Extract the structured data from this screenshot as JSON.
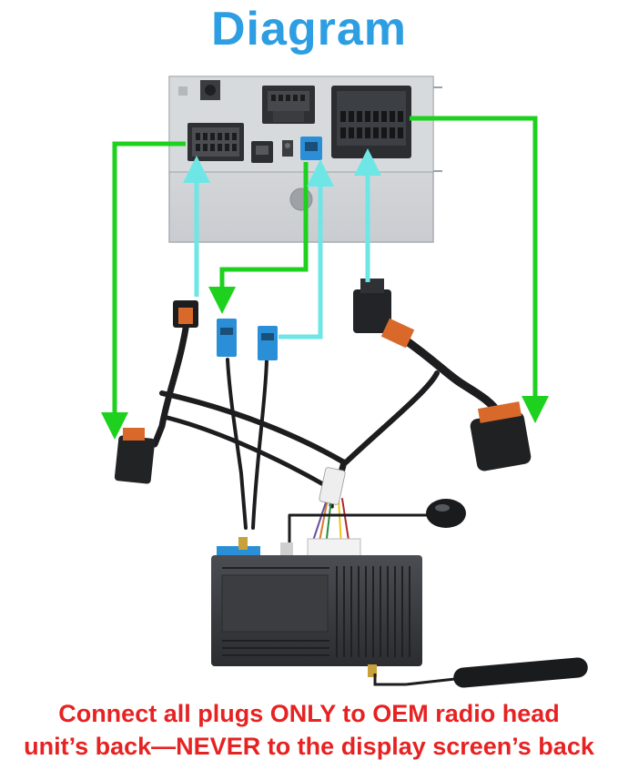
{
  "title": "Diagram",
  "warning": {
    "line1": "Connect all plugs ONLY to OEM radio head",
    "line2": "unit’s back—NEVER to the display screen’s back"
  },
  "colors": {
    "title": "#2e9ee3",
    "warning": "#e62222",
    "arrow_green": "#1ed11e",
    "arrow_cyan": "#6ee6e6",
    "connector_blue": "#2a8fd6"
  },
  "components": [
    "radio-head-unit",
    "wiring-harness",
    "interface-module",
    "microphone",
    "antenna"
  ]
}
